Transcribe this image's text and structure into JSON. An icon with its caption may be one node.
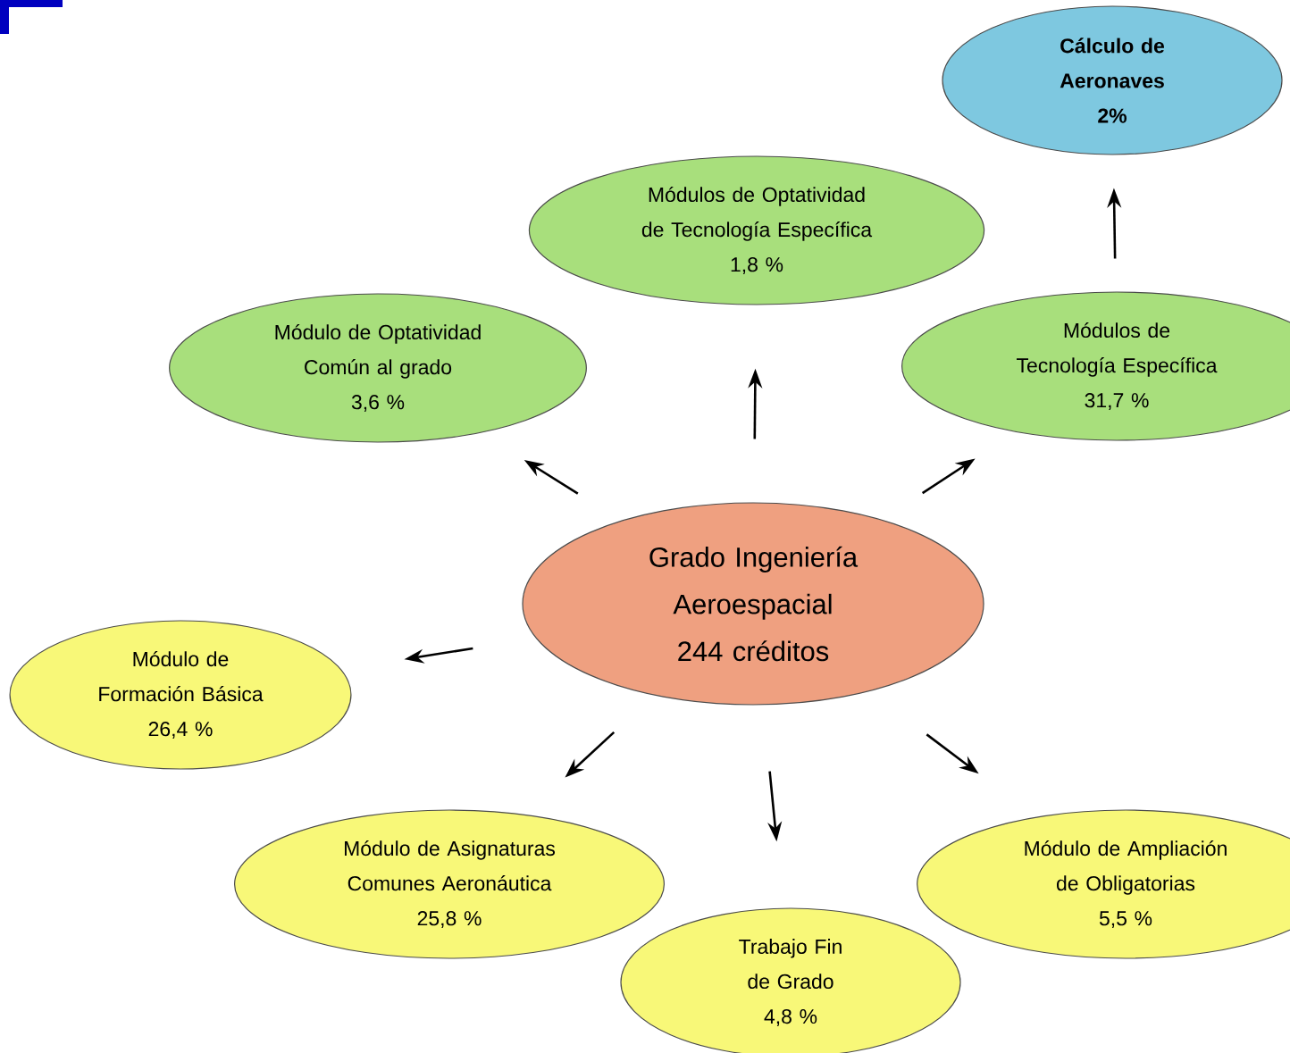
{
  "diagram": {
    "nodes": [
      {
        "text": [
          "Cálculo de Aeronaves",
          "2%"
        ]
      },
      {
        "text": [
          "Módulos de Optatividad de Tecnología Específica",
          "1,8 %"
        ]
      },
      {
        "text": [
          "Módulo de Optatividad Común al grado",
          "3,6 %"
        ]
      },
      {
        "text": [
          "Módulos de Tecnología Específica",
          "31,7 %"
        ]
      },
      {
        "text": [
          "Grado Ingeniería Aeroespacial",
          "244 créditos"
        ]
      },
      {
        "text": [
          "Módulo de Formación Básica",
          "26,4 %"
        ]
      },
      {
        "text": [
          "Módulo de Asignaturas Comunes Aeronáutica",
          "25,8 %"
        ]
      },
      {
        "text": [
          "Módulo de Ampliación de Obligatorias",
          "5,5 %"
        ]
      },
      {
        "text": [
          "Trabajo Fin de Grado",
          "4,8 %"
        ]
      }
    ],
    "edges": [
      {
        "from": 4,
        "to": 2,
        "arrow": "to"
      },
      {
        "from": 4,
        "to": 1,
        "arrow": "to"
      },
      {
        "from": 4,
        "to": 3,
        "arrow": "to"
      },
      {
        "from": 3,
        "to": 0,
        "arrow": "to"
      },
      {
        "from": 4,
        "to": 5,
        "arrow": "to"
      },
      {
        "from": 4,
        "to": 6,
        "arrow": "to"
      },
      {
        "from": 4,
        "to": 8,
        "arrow": "to"
      },
      {
        "from": 4,
        "to": 7,
        "arrow": "to"
      }
    ]
  }
}
